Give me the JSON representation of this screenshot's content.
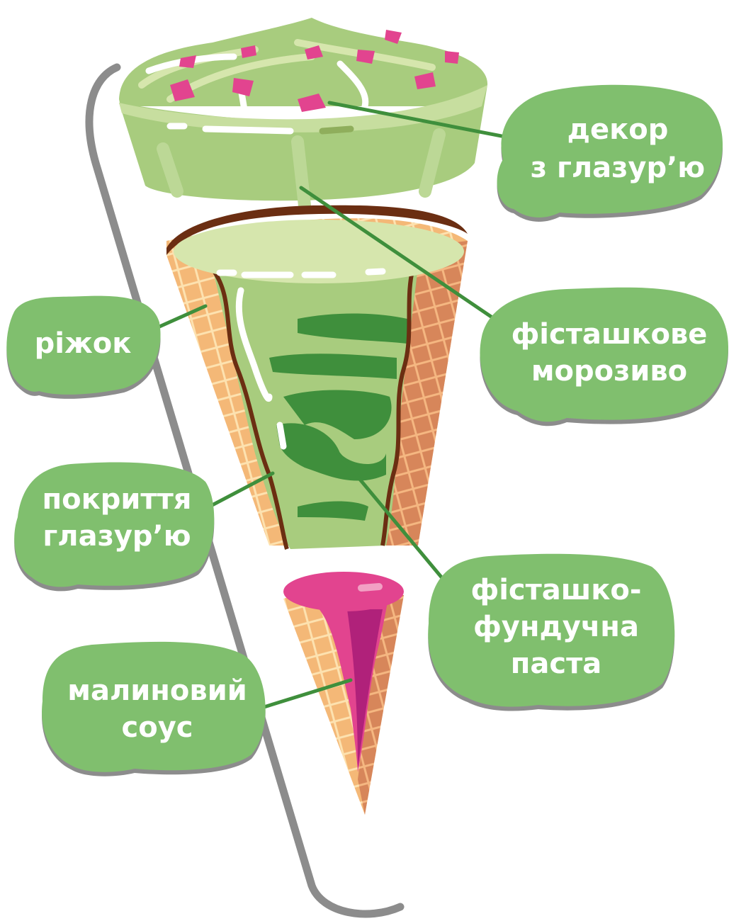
{
  "diagram": {
    "labels": {
      "glaze_decor": [
        "декор",
        "з глазур’ю"
      ],
      "pistachio_ice_cream": [
        "фісташкове",
        "морозиво"
      ],
      "cone": [
        "ріжок"
      ],
      "glaze_coating": [
        "покриття",
        "глазур’ю"
      ],
      "pistachio_hazelnut_paste": [
        "фісташко-",
        "фундучна",
        "паста"
      ],
      "raspberry_sauce": [
        "малиновий",
        "соус"
      ]
    },
    "colors": {
      "bubble": "#80bf6e",
      "leader_line": "#3f8f3c",
      "ice_cream": "#a8cc7e",
      "ice_cream_light": "#d6e6ad",
      "cone": "#f4b877",
      "cone_dark": "#d7865a",
      "chocolate": "#6b2e12",
      "raspberry": "#e2448f",
      "raspberry_dark": "#b0217a",
      "shadow": "#8c8c8c"
    }
  }
}
